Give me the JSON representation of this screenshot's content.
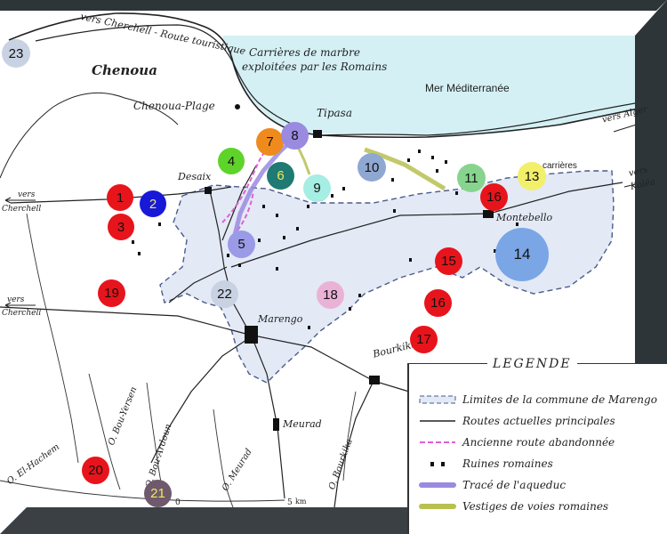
{
  "labels": {
    "cherchell_road_top": "vers Cherchell - Route touristique",
    "chenoua": "Chenoua",
    "carrieres_romaines_1": "Carrières de marbre",
    "carrieres_romaines_2": "exploitées par les Romains",
    "mer": "Mer Méditerranée",
    "chenoua_plage": "Chenoua-Plage",
    "tipasa": "Tipasa",
    "vers_alger": "vers Alger",
    "carrieres": "carrières",
    "vers_kolea_1": "vers",
    "vers_kolea_2": "Koléa",
    "desaix": "Desaix",
    "vers_cherchell_w1_a": "vers",
    "vers_cherchell_w1_b": "Cherchell",
    "vers_cherchell_w2_a": "vers",
    "vers_cherchell_w2_b": "Cherchell",
    "montebello": "Montebello",
    "marengo": "Marengo",
    "bourkika": "Bourkika",
    "meurad": "Meurad",
    "o_bou_yersen": "O. Bou-Yersen",
    "o_bou_ardoun": "O. Bou-Ardoun",
    "o_el_hachem": "O. El-Hachem",
    "o_meurad": "O. Meurad",
    "o_bourkika": "O. Bourkika",
    "scale_0": "0",
    "scale_5": "5",
    "scale_unit": "km"
  },
  "markers": [
    {
      "num": "1",
      "color": "#e8141c"
    },
    {
      "num": "2",
      "color": "#1818d8",
      "text_color": "#f2e85a"
    },
    {
      "num": "3",
      "color": "#e8141c"
    },
    {
      "num": "4",
      "color": "#5ed42a"
    },
    {
      "num": "5",
      "color": "#9a9ae6"
    },
    {
      "num": "6",
      "color": "#1e7a72",
      "text_color": "#f2e85a"
    },
    {
      "num": "7",
      "color": "#ef8a1c"
    },
    {
      "num": "8",
      "color": "#9a8ae0"
    },
    {
      "num": "9",
      "color": "#a6ede4"
    },
    {
      "num": "10",
      "color": "#8fa8d2"
    },
    {
      "num": "11",
      "color": "#86d48e"
    },
    {
      "num": "13",
      "color": "#f2ef6a"
    },
    {
      "num": "14",
      "color": "#7aa6e6"
    },
    {
      "num": "15",
      "color": "#e8141c"
    },
    {
      "num": "16",
      "color": "#e8141c"
    },
    {
      "num": "16",
      "color": "#e8141c"
    },
    {
      "num": "17",
      "color": "#e8141c"
    },
    {
      "num": "18",
      "color": "#eab2d6"
    },
    {
      "num": "19",
      "color": "#e8141c"
    },
    {
      "num": "20",
      "color": "#e8141c"
    },
    {
      "num": "21",
      "color": "#6e5a6c",
      "text_color": "#f2e85a"
    },
    {
      "num": "22",
      "color": "#c8d2e2"
    },
    {
      "num": "23",
      "color": "#c8d2e2"
    }
  ],
  "legend": {
    "title": "LEGENDE",
    "items": [
      {
        "label": "Limites de la commune de Marengo",
        "symbol": "commune-boundary"
      },
      {
        "label": "Routes actuelles principales",
        "symbol": "main-road"
      },
      {
        "label": "Ancienne route abandonnée",
        "symbol": "old-road",
        "color": "#e060d8"
      },
      {
        "label": "Ruines romaines",
        "symbol": "ruins"
      },
      {
        "label": "Tracé de l'aqueduc",
        "symbol": "aqueduct",
        "color": "#9a8ae0"
      },
      {
        "label": "Vestiges de voies romaines",
        "symbol": "roman-road",
        "color": "#b8c050"
      }
    ]
  },
  "colors": {
    "sea": "#d4f0f4",
    "commune_fill": "#e3e9f5",
    "commune_border": "#4a5a8a",
    "frame": "#2e3538"
  }
}
